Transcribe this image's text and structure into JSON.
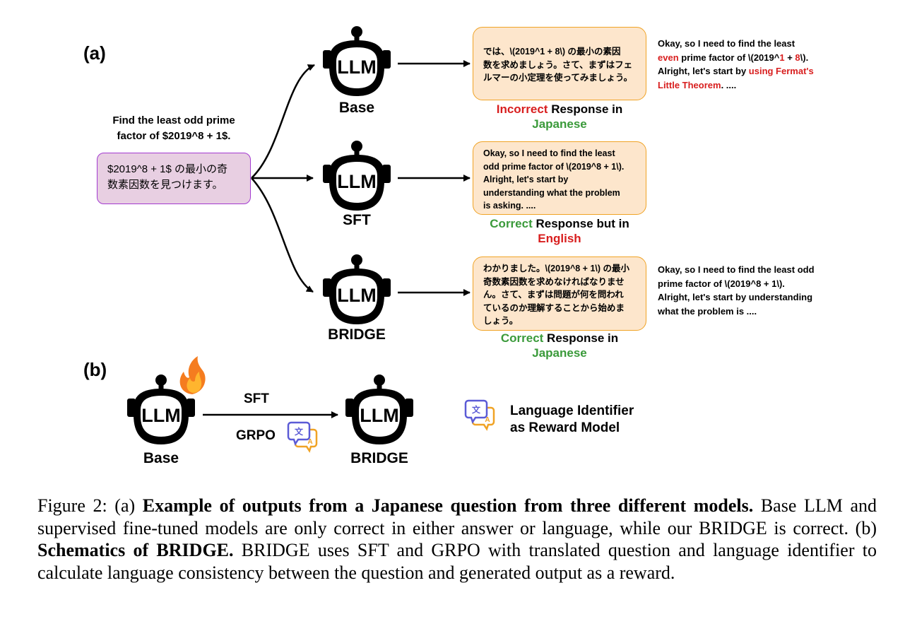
{
  "panel_a_label": "(a)",
  "panel_b_label": "(b)",
  "question_en": [
    "Find the least odd prime",
    "factor of $2019^8 + 1$."
  ],
  "question_ja": [
    "$2019^8 + 1$ の最小の奇",
    "数素因数を見つけます。"
  ],
  "robot_text": "LLM",
  "models": {
    "base": "Base",
    "sft": "SFT",
    "bridge": "BRIDGE"
  },
  "responses": {
    "base": [
      "では、\\(2019^1 + 8\\) の最小の素因",
      "数を求めましょう。さて、まずはフェ",
      "ルマーの小定理を使ってみましょう。"
    ],
    "sft": [
      "Okay, so I need to find the least",
      "odd prime factor of \\(2019^8 + 1\\).",
      "Alright, let's start by",
      "understanding what the problem",
      "is asking. ...."
    ],
    "bridge": [
      "わかりました。\\(2019^8 + 1\\) の最小",
      "奇数素因数を求めなければなりませ",
      "ん。さて、まずは問題が何を問われ",
      "ているのか理解することから始めま",
      "しょう。"
    ]
  },
  "verdicts": {
    "base": {
      "part1": "Incorrect",
      "part2": " Response in",
      "part3": "Japanese"
    },
    "sft": {
      "part1": "Correct",
      "part2": " Response but in",
      "part3": "English"
    },
    "bridge": {
      "part1": "Correct",
      "part2": " Response in",
      "part3": "Japanese"
    }
  },
  "translations": {
    "base": {
      "l1": "Okay, so I need to find the least",
      "l2_red": "even",
      "l2_a": " prime factor of \\(2019^",
      "l2_red2": "1",
      "l2_b": " + ",
      "l2_red3": "8",
      "l2_c": "\\).",
      "l3_a": "Alright, let's start by ",
      "l3_red": "using Fermat's",
      "l4_red": "Little Theorem",
      "l4_b": ". ...."
    },
    "bridge": [
      "Okay, so I need to find the least odd",
      "prime factor of \\(2019^8 + 1\\).",
      "Alright, let's start by understanding",
      "what the problem is  ...."
    ]
  },
  "panel_b": {
    "from_model": "Base",
    "to_model": "BRIDGE",
    "arrow_top": "SFT",
    "arrow_bottom": "GRPO",
    "legend": [
      "Language Identifier",
      "as Reward Model"
    ],
    "fire_icon": "fire-icon",
    "translate_icon": "translate-icon",
    "translate_glyphs": [
      "文",
      "A"
    ]
  },
  "caption": {
    "prefix": "Figure 2: (a) ",
    "bold1": "Example of outputs from a Japanese question from three different models.",
    "text1": " Base LLM and supervised fine-tuned models are only correct in either answer or language, while our BRIDGE is correct. (b) ",
    "bold2": "Schematics of BRIDGE.",
    "text2": " BRIDGE uses SFT and GRPO with translated question and language identifier to calculate language consistency between the question and generated output as a reward."
  },
  "colors": {
    "question_fill": "#e8cfe2",
    "question_border": "#a33ad0",
    "response_fill": "#fde6cc",
    "response_border": "#f0a325",
    "incorrect": "#d81e1e",
    "correct": "#3a9a3a"
  }
}
